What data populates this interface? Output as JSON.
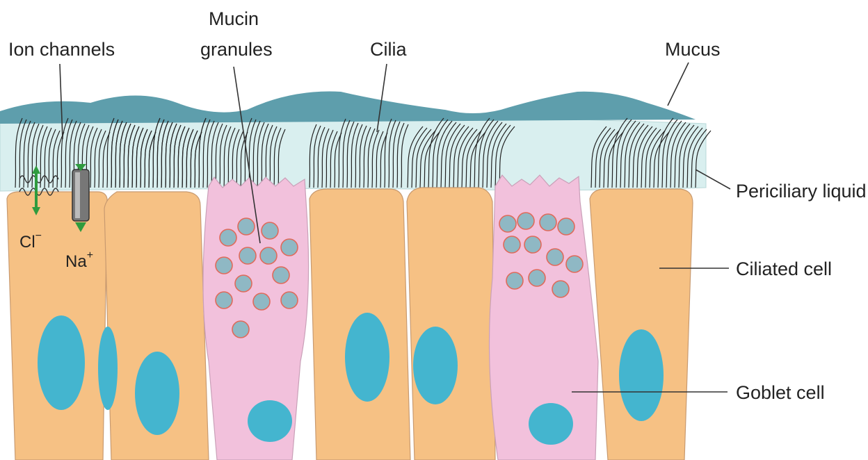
{
  "labels": {
    "ion_channels": "Ion channels",
    "mucin_line1": "Mucin",
    "mucin_line2": "granules",
    "cilia": "Cilia",
    "mucus": "Mucus",
    "periciliary": "Periciliary liquid",
    "ciliated": "Ciliated cell",
    "goblet": "Goblet cell"
  },
  "ions": {
    "chloride": "Cl",
    "chloride_charge": "−",
    "sodium": "Na",
    "sodium_charge": "+"
  },
  "colors": {
    "mucus": "#5e9eac",
    "periciliary": "#d9efef",
    "ciliated_cell": "#f6c184",
    "cell_outline": "#c89a70",
    "goblet_cell": "#f2c1dc",
    "nucleus": "#44b5cf",
    "granule_fill": "#8fb8c4",
    "granule_outline": "#e06a5a",
    "cilia": "#222222",
    "ion_arrow": "#2f9b3e"
  }
}
